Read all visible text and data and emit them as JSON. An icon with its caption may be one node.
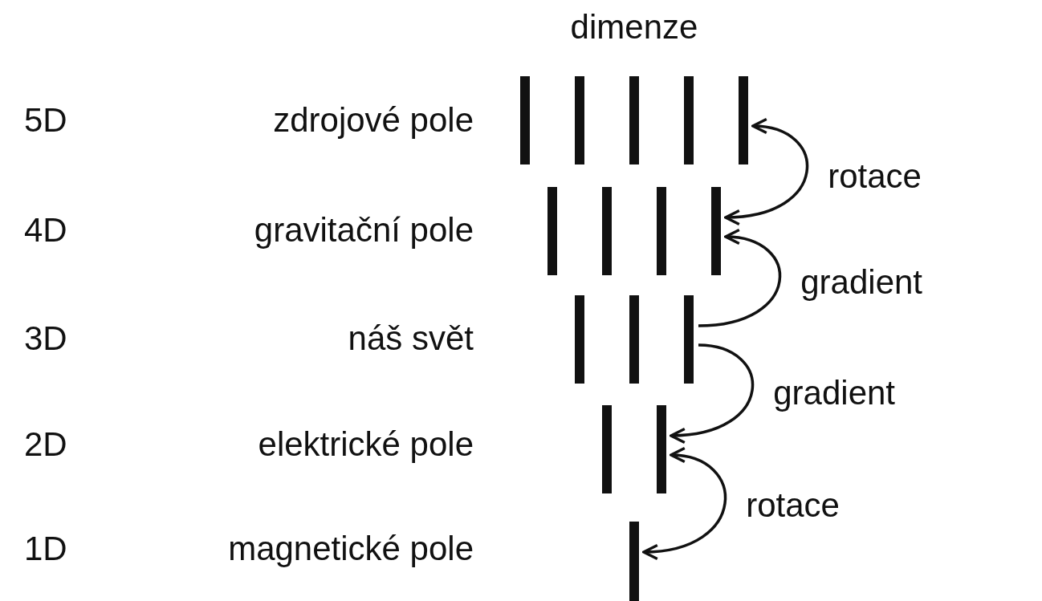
{
  "diagram": {
    "nodes": [
      {
        "text": [],
        "shape": "bar"
      },
      {
        "text": [],
        "shape": "bar"
      },
      {
        "text": [],
        "shape": "bar"
      },
      {
        "text": [],
        "shape": "bar"
      },
      {
        "text": [],
        "shape": "bar"
      }
    ],
    "edges": [
      {
        "from": 0,
        "to": 1,
        "arrow": "both",
        "label": "rotace"
      },
      {
        "from": 2,
        "to": 1,
        "arrow": "to",
        "label": "gradient"
      },
      {
        "from": 2,
        "to": 3,
        "arrow": "to",
        "label": "gradient"
      },
      {
        "from": 3,
        "to": 4,
        "arrow": "both",
        "label": "rotace"
      }
    ],
    "labels": [
      "dimenze",
      "5D",
      "zdrojové pole",
      "4D",
      "gravitační pole",
      "3D",
      "náš svět",
      "2D",
      "elektrické pole",
      "1D",
      "magnetické pole"
    ]
  }
}
